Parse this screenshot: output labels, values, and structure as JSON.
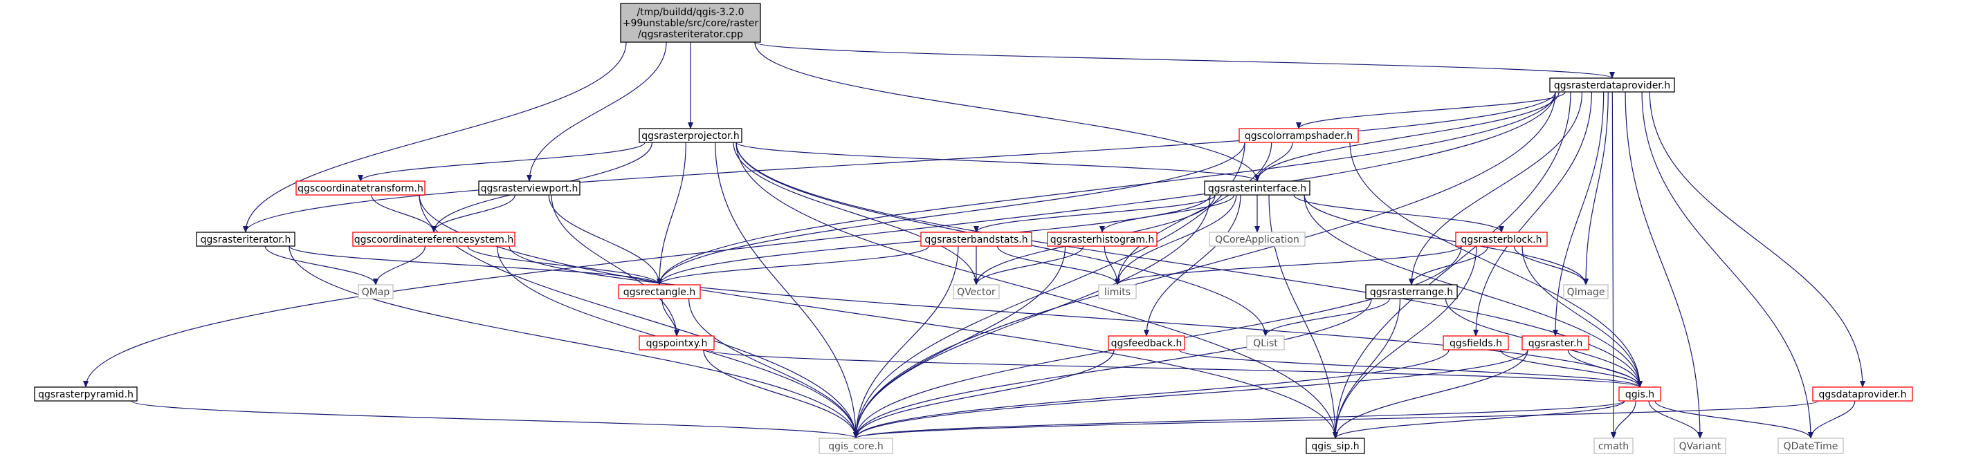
{
  "diagram": {
    "type": "include-dependency-graph",
    "colors": {
      "root_fill": "#bfbfbf",
      "edge": "#191970",
      "border_documented": "#000000",
      "border_linked": "#ff0000",
      "border_external": "#bfbfbf",
      "text": "#000000",
      "text_external": "#4d4d4d"
    },
    "nodes": [
      {
        "id": "root",
        "kind": "root",
        "lines": [
          "/tmp/buildd/qgis-3.2.0",
          "+99unstable/src/core/raster",
          "/qgsrasteriterator.cpp"
        ]
      },
      {
        "id": "qgsrasterdataprovider_h",
        "kind": "doc",
        "lines": [
          "qgsrasterdataprovider.h"
        ]
      },
      {
        "id": "qgsrasterprojector_h",
        "kind": "doc",
        "lines": [
          "qgsrasterprojector.h"
        ]
      },
      {
        "id": "qgscolorrampshader_h",
        "kind": "link",
        "lines": [
          "qgscolorrampshader.h"
        ]
      },
      {
        "id": "qgscoordinatetransform_h",
        "kind": "link",
        "lines": [
          "qgscoordinatetransform.h"
        ]
      },
      {
        "id": "qgsrasterviewport_h",
        "kind": "doc",
        "lines": [
          "qgsrasterviewport.h"
        ]
      },
      {
        "id": "qgsrasterinterface_h",
        "kind": "doc",
        "lines": [
          "qgsrasterinterface.h"
        ]
      },
      {
        "id": "qgsrasteriterator_h",
        "kind": "doc",
        "lines": [
          "qgsrasteriterator.h"
        ]
      },
      {
        "id": "qgscoordinatereferencesystem_h",
        "kind": "link",
        "lines": [
          "qgscoordinatereferencesystem.h"
        ]
      },
      {
        "id": "qgsrasterbandstats_h",
        "kind": "link",
        "lines": [
          "qgsrasterbandstats.h"
        ]
      },
      {
        "id": "qgsrasterhistogram_h",
        "kind": "link",
        "lines": [
          "qgsrasterhistogram.h"
        ]
      },
      {
        "id": "QCoreApplication",
        "kind": "ext",
        "lines": [
          "QCoreApplication"
        ]
      },
      {
        "id": "qgsrasterblock_h",
        "kind": "link",
        "lines": [
          "qgsrasterblock.h"
        ]
      },
      {
        "id": "QMap",
        "kind": "ext",
        "lines": [
          "QMap"
        ]
      },
      {
        "id": "qgsrectangle_h",
        "kind": "link",
        "lines": [
          "qgsrectangle.h"
        ]
      },
      {
        "id": "QVector",
        "kind": "ext",
        "lines": [
          "QVector"
        ]
      },
      {
        "id": "limits",
        "kind": "ext",
        "lines": [
          "limits"
        ]
      },
      {
        "id": "qgsrasterrange_h",
        "kind": "doc",
        "lines": [
          "qgsrasterrange.h"
        ]
      },
      {
        "id": "QImage",
        "kind": "ext",
        "lines": [
          "QImage"
        ]
      },
      {
        "id": "QList",
        "kind": "ext",
        "lines": [
          "QList"
        ]
      },
      {
        "id": "qgspointxy_h",
        "kind": "link",
        "lines": [
          "qgspointxy.h"
        ]
      },
      {
        "id": "qgsfeedback_h",
        "kind": "link",
        "lines": [
          "qgsfeedback.h"
        ]
      },
      {
        "id": "qgsfields_h",
        "kind": "link",
        "lines": [
          "qgsfields.h"
        ]
      },
      {
        "id": "qgsraster_h",
        "kind": "link",
        "lines": [
          "qgsraster.h"
        ]
      },
      {
        "id": "qgsrasterpyramid_h",
        "kind": "doc",
        "lines": [
          "qgsrasterpyramid.h"
        ]
      },
      {
        "id": "qgis_h",
        "kind": "link",
        "lines": [
          "qgis.h"
        ]
      },
      {
        "id": "qgsdataprovider_h",
        "kind": "link",
        "lines": [
          "qgsdataprovider.h"
        ]
      },
      {
        "id": "qgis_core_h",
        "kind": "ext",
        "lines": [
          "qgis_core.h"
        ]
      },
      {
        "id": "qgis_sip_h",
        "kind": "doc",
        "lines": [
          "qgis_sip.h"
        ]
      },
      {
        "id": "cmath",
        "kind": "ext",
        "lines": [
          "cmath"
        ]
      },
      {
        "id": "QVariant",
        "kind": "ext",
        "lines": [
          "QVariant"
        ]
      },
      {
        "id": "QDateTime",
        "kind": "ext",
        "lines": [
          "QDateTime"
        ]
      }
    ],
    "edges": [
      [
        "root",
        "qgsrasterdataprovider_h"
      ],
      [
        "root",
        "qgsrasterprojector_h"
      ],
      [
        "root",
        "qgsrasterviewport_h"
      ],
      [
        "root",
        "qgsrasteriterator_h"
      ],
      [
        "root",
        "qgsrasterinterface_h"
      ],
      [
        "qgsrasterdataprovider_h",
        "qgscolorrampshader_h"
      ],
      [
        "qgsrasterdataprovider_h",
        "qgsrasterinterface_h"
      ],
      [
        "qgsrasterdataprovider_h",
        "qgsrasteriterator_h"
      ],
      [
        "qgsrasterdataprovider_h",
        "qgsrasterpyramid_h"
      ],
      [
        "qgsrasterdataprovider_h",
        "qgis_core_h"
      ],
      [
        "qgsrasterdataprovider_h",
        "qgsrectangle_h"
      ],
      [
        "qgsrasterdataprovider_h",
        "qgsrasterrange_h"
      ],
      [
        "qgsrasterdataprovider_h",
        "QImage"
      ],
      [
        "qgsrasterdataprovider_h",
        "qgsfields_h"
      ],
      [
        "qgsrasterdataprovider_h",
        "qgsraster_h"
      ],
      [
        "qgsrasterdataprovider_h",
        "qgsdataprovider_h"
      ],
      [
        "qgsrasterdataprovider_h",
        "qgis_sip_h"
      ],
      [
        "qgsrasterdataprovider_h",
        "cmath"
      ],
      [
        "qgsrasterdataprovider_h",
        "QVariant"
      ],
      [
        "qgsrasterdataprovider_h",
        "QDateTime"
      ],
      [
        "qgsrasterprojector_h",
        "qgscoordinatetransform_h"
      ],
      [
        "qgsrasterprojector_h",
        "qgscoordinatereferencesystem_h"
      ],
      [
        "qgsrasterprojector_h",
        "qgsrasterinterface_h"
      ],
      [
        "qgsrasterprojector_h",
        "qgsrectangle_h"
      ],
      [
        "qgsrasterprojector_h",
        "QVector"
      ],
      [
        "qgsrasterprojector_h",
        "QList"
      ],
      [
        "qgsrasterprojector_h",
        "qgis_core_h"
      ],
      [
        "qgsrasterprojector_h",
        "qgis_sip_h"
      ],
      [
        "qgsrasterprojector_h",
        "qgis_h"
      ],
      [
        "qgscolorrampshader_h",
        "qgsrasterinterface_h"
      ],
      [
        "qgscolorrampshader_h",
        "qgsrectangle_h"
      ],
      [
        "qgscolorrampshader_h",
        "limits"
      ],
      [
        "qgscolorrampshader_h",
        "qgis_core_h"
      ],
      [
        "qgscolorrampshader_h",
        "qgis_h"
      ],
      [
        "qgscoordinatetransform_h",
        "qgscoordinatereferencesystem_h"
      ],
      [
        "qgscoordinatetransform_h",
        "qgis_core_h"
      ],
      [
        "qgscoordinatetransform_h",
        "qgis_sip_h"
      ],
      [
        "qgsrasterviewport_h",
        "qgscoordinatereferencesystem_h"
      ],
      [
        "qgsrasterviewport_h",
        "qgsrectangle_h"
      ],
      [
        "qgsrasterviewport_h",
        "qgspointxy_h"
      ],
      [
        "qgsrasterinterface_h",
        "qgsrasterbandstats_h"
      ],
      [
        "qgsrasterinterface_h",
        "qgsrasterhistogram_h"
      ],
      [
        "qgsrasterinterface_h",
        "QCoreApplication"
      ],
      [
        "qgsrasterinterface_h",
        "qgsrasterblock_h"
      ],
      [
        "qgsrasterinterface_h",
        "qgsrectangle_h"
      ],
      [
        "qgsrasterinterface_h",
        "qgsfeedback_h"
      ],
      [
        "qgsrasterinterface_h",
        "qgis_core_h"
      ],
      [
        "qgsrasterinterface_h",
        "qgis_sip_h"
      ],
      [
        "qgsrasterinterface_h",
        "QImage"
      ],
      [
        "qgsrasterinterface_h",
        "limits"
      ],
      [
        "qgsrasterinterface_h",
        "QVector"
      ],
      [
        "qgsrasterinterface_h",
        "qgis_h"
      ],
      [
        "qgsrasteriterator_h",
        "QMap"
      ],
      [
        "qgsrasteriterator_h",
        "qgsrectangle_h"
      ],
      [
        "qgsrasteriterator_h",
        "qgis_core_h"
      ],
      [
        "qgscoordinatereferencesystem_h",
        "QMap"
      ],
      [
        "qgscoordinatereferencesystem_h",
        "qgsrectangle_h"
      ],
      [
        "qgscoordinatereferencesystem_h",
        "qgis_core_h"
      ],
      [
        "qgscoordinatereferencesystem_h",
        "qgis_h"
      ],
      [
        "qgsrasterbandstats_h",
        "QVector"
      ],
      [
        "qgsrasterbandstats_h",
        "limits"
      ],
      [
        "qgsrasterbandstats_h",
        "qgsrectangle_h"
      ],
      [
        "qgsrasterbandstats_h",
        "qgis_core_h"
      ],
      [
        "qgsrasterhistogram_h",
        "QVector"
      ],
      [
        "qgsrasterhistogram_h",
        "limits"
      ],
      [
        "qgsrasterhistogram_h",
        "qgis_core_h"
      ],
      [
        "qgsrasterblock_h",
        "limits"
      ],
      [
        "qgsrasterblock_h",
        "QImage"
      ],
      [
        "qgsrasterblock_h",
        "qgsrasterrange_h"
      ],
      [
        "qgsrasterblock_h",
        "qgis_core_h"
      ],
      [
        "qgsrasterblock_h",
        "qgis_sip_h"
      ],
      [
        "qgsrasterblock_h",
        "qgis_h"
      ],
      [
        "qgsrectangle_h",
        "qgspointxy_h"
      ],
      [
        "qgsrectangle_h",
        "qgis_core_h"
      ],
      [
        "qgsrasterrange_h",
        "QList"
      ],
      [
        "qgsrasterrange_h",
        "qgis_h"
      ],
      [
        "qgsrasterrange_h",
        "qgis_core_h"
      ],
      [
        "qgsrasterrange_h",
        "qgis_sip_h"
      ],
      [
        "qgspointxy_h",
        "qgis_core_h"
      ],
      [
        "qgspointxy_h",
        "qgis_h"
      ],
      [
        "qgsfeedback_h",
        "qgis_core_h"
      ],
      [
        "qgsfeedback_h",
        "qgis_h"
      ],
      [
        "qgsfields_h",
        "qgis_core_h"
      ],
      [
        "qgsfields_h",
        "qgis_h"
      ],
      [
        "qgsraster_h",
        "qgis_core_h"
      ],
      [
        "qgsraster_h",
        "qgis_h"
      ],
      [
        "qgsraster_h",
        "qgis_sip_h"
      ],
      [
        "qgsrasterpyramid_h",
        "qgis_core_h"
      ],
      [
        "qgis_h",
        "qgis_core_h"
      ],
      [
        "qgis_h",
        "qgis_sip_h"
      ],
      [
        "qgis_h",
        "cmath"
      ],
      [
        "qgis_h",
        "QVariant"
      ],
      [
        "qgis_h",
        "QDateTime"
      ],
      [
        "qgsdataprovider_h",
        "qgis_core_h"
      ],
      [
        "qgsdataprovider_h",
        "QDateTime"
      ]
    ]
  }
}
